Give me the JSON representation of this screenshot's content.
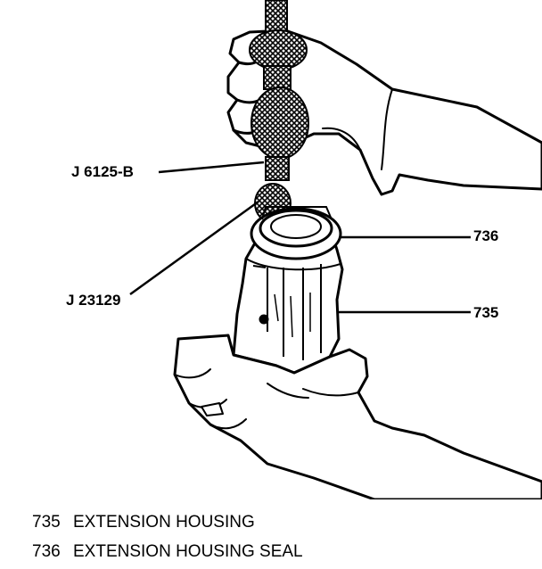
{
  "callouts": {
    "tool_puller": "J 6125-B",
    "tool_installer": "J 23129",
    "seal_ref": "736",
    "housing_ref": "735"
  },
  "legend": [
    {
      "number": "735",
      "label": "EXTENSION HOUSING"
    },
    {
      "number": "736",
      "label": "EXTENSION HOUSING SEAL"
    }
  ]
}
